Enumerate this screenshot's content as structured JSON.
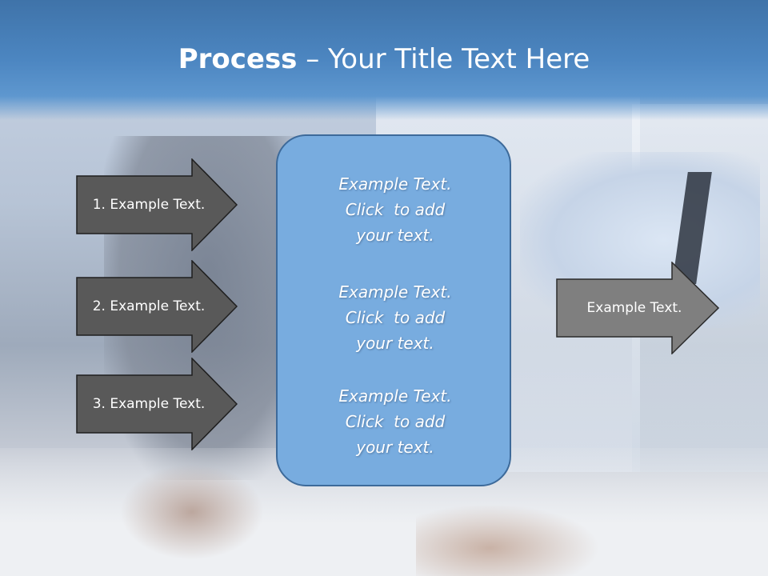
{
  "slide": {
    "title_bold": "Process",
    "title_rest": " – Your Title Text Here",
    "left_arrows": [
      {
        "label": "1. Example Text."
      },
      {
        "label": "2. Example Text."
      },
      {
        "label": "3. Example Text."
      }
    ],
    "center_box": {
      "blocks": [
        {
          "line1": "Example Text.",
          "line2": "Click  to add",
          "line3": "your text."
        },
        {
          "line1": "Example Text.",
          "line2": "Click  to add",
          "line3": "your text."
        },
        {
          "line1": "Example Text.",
          "line2": "Click  to add",
          "line3": "your text."
        }
      ]
    },
    "right_arrow": {
      "label": "Example Text."
    }
  },
  "colors": {
    "header": "#4c86c1",
    "left_arrow_fill": "#595959",
    "right_arrow_fill": "#7f7f7f",
    "center_box_fill": "#78acdf",
    "text": "#ffffff"
  }
}
